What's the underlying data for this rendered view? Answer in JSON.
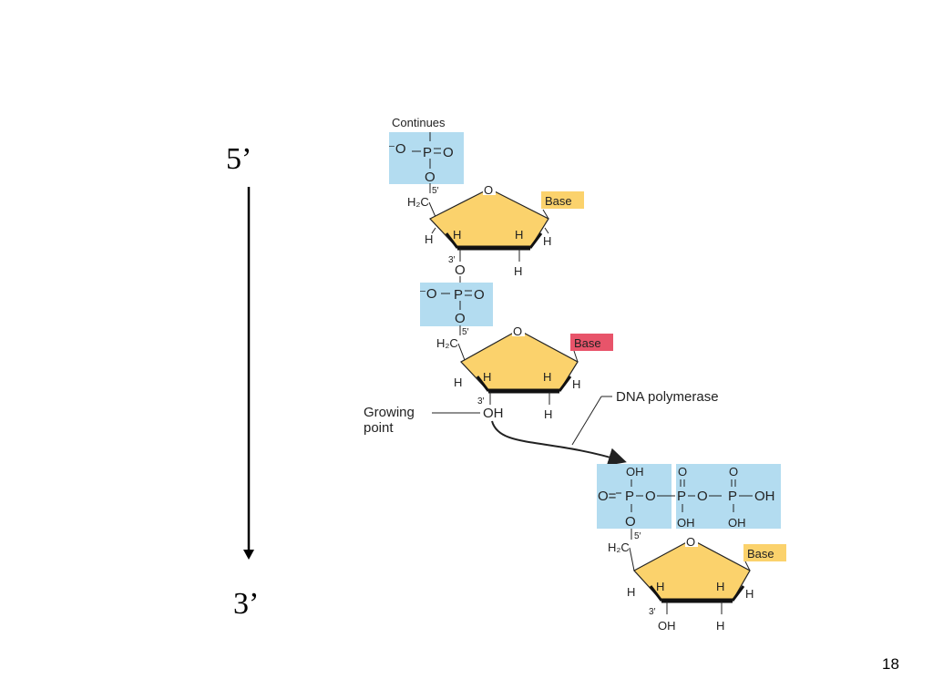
{
  "slide": {
    "five_prime": "5’",
    "three_prime": "3’",
    "page_number": "18"
  },
  "diagram": {
    "continues_label": "Continues",
    "growing_point_line1": "Growing",
    "growing_point_line2": "point",
    "polymerase_label": "DNA polymerase",
    "base_label": "Base",
    "atoms": {
      "o": "O",
      "p": "P",
      "h": "H",
      "oh": "OH",
      "o_minus": "⁻O",
      "eq_o": "=O",
      "o_eq": "O=",
      "h2c": "H₂C",
      "five": "5′",
      "three": "3′"
    }
  },
  "colors": {
    "phosphate_box": "#b3dcf0",
    "sugar_fill": "#fbd26c",
    "base_yellow": "#fbd26c",
    "base_red": "#e8546a",
    "ink": "#222222"
  }
}
